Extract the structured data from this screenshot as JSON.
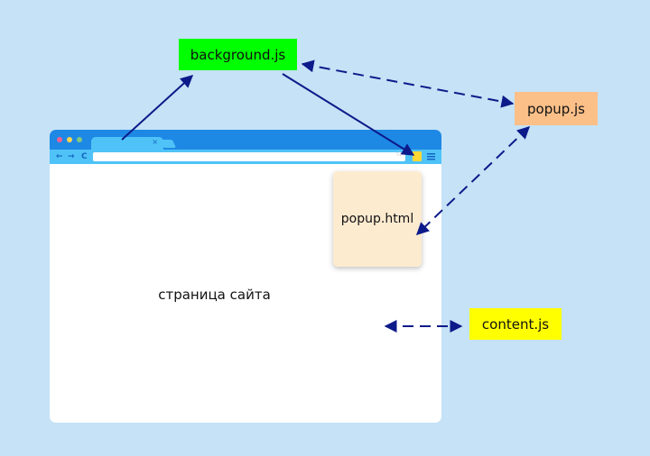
{
  "labels": {
    "background": "background.js",
    "popup_js": "popup.js",
    "popup_html": "popup.html",
    "content": "content.js",
    "page": "страница сайта"
  },
  "browser": {
    "tab_close_glyph": "×",
    "back_glyph": "←",
    "forward_glyph": "→",
    "reload_glyph": "C",
    "star_glyph": "☆"
  },
  "colors": {
    "background_fill": "#c5e2f6",
    "background_js": "#00ff00",
    "popup_js": "#fbbf88",
    "content_js": "#ffff00",
    "popup_html": "#fdebd0",
    "browser_chrome": "#1e88e5",
    "arrow": "#0d1a8a"
  }
}
